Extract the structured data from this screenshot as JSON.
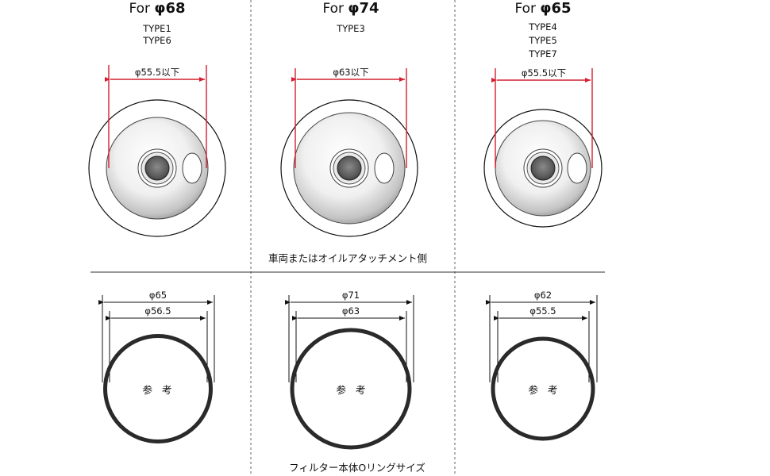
{
  "columns": [
    {
      "heading_prefix": "For ",
      "heading_size": "φ68",
      "types": [
        "TYPE1",
        "TYPE6"
      ],
      "attachment_limit": "φ55.5以下",
      "oring_outer": "φ65",
      "oring_inner": "φ56.5",
      "oring_label": "参 考"
    },
    {
      "heading_prefix": "For ",
      "heading_size": "φ74",
      "types": [
        "TYPE3"
      ],
      "attachment_limit": "φ63以下",
      "oring_outer": "φ71",
      "oring_inner": "φ63",
      "oring_label": "参 考"
    },
    {
      "heading_prefix": "For ",
      "heading_size": "φ65",
      "types": [
        "TYPE4",
        "TYPE5",
        "TYPE7"
      ],
      "attachment_limit": "φ55.5以下",
      "oring_outer": "φ62",
      "oring_inner": "φ55.5",
      "oring_label": "参 考"
    }
  ],
  "captions": {
    "attachment_side": "車両またはオイルアタッチメント側",
    "filter_oring": "フィルター本体Oリングサイズ"
  },
  "colors": {
    "dimension_red": "#d42030",
    "line": "#111111",
    "ring": "#2a2a2a"
  }
}
